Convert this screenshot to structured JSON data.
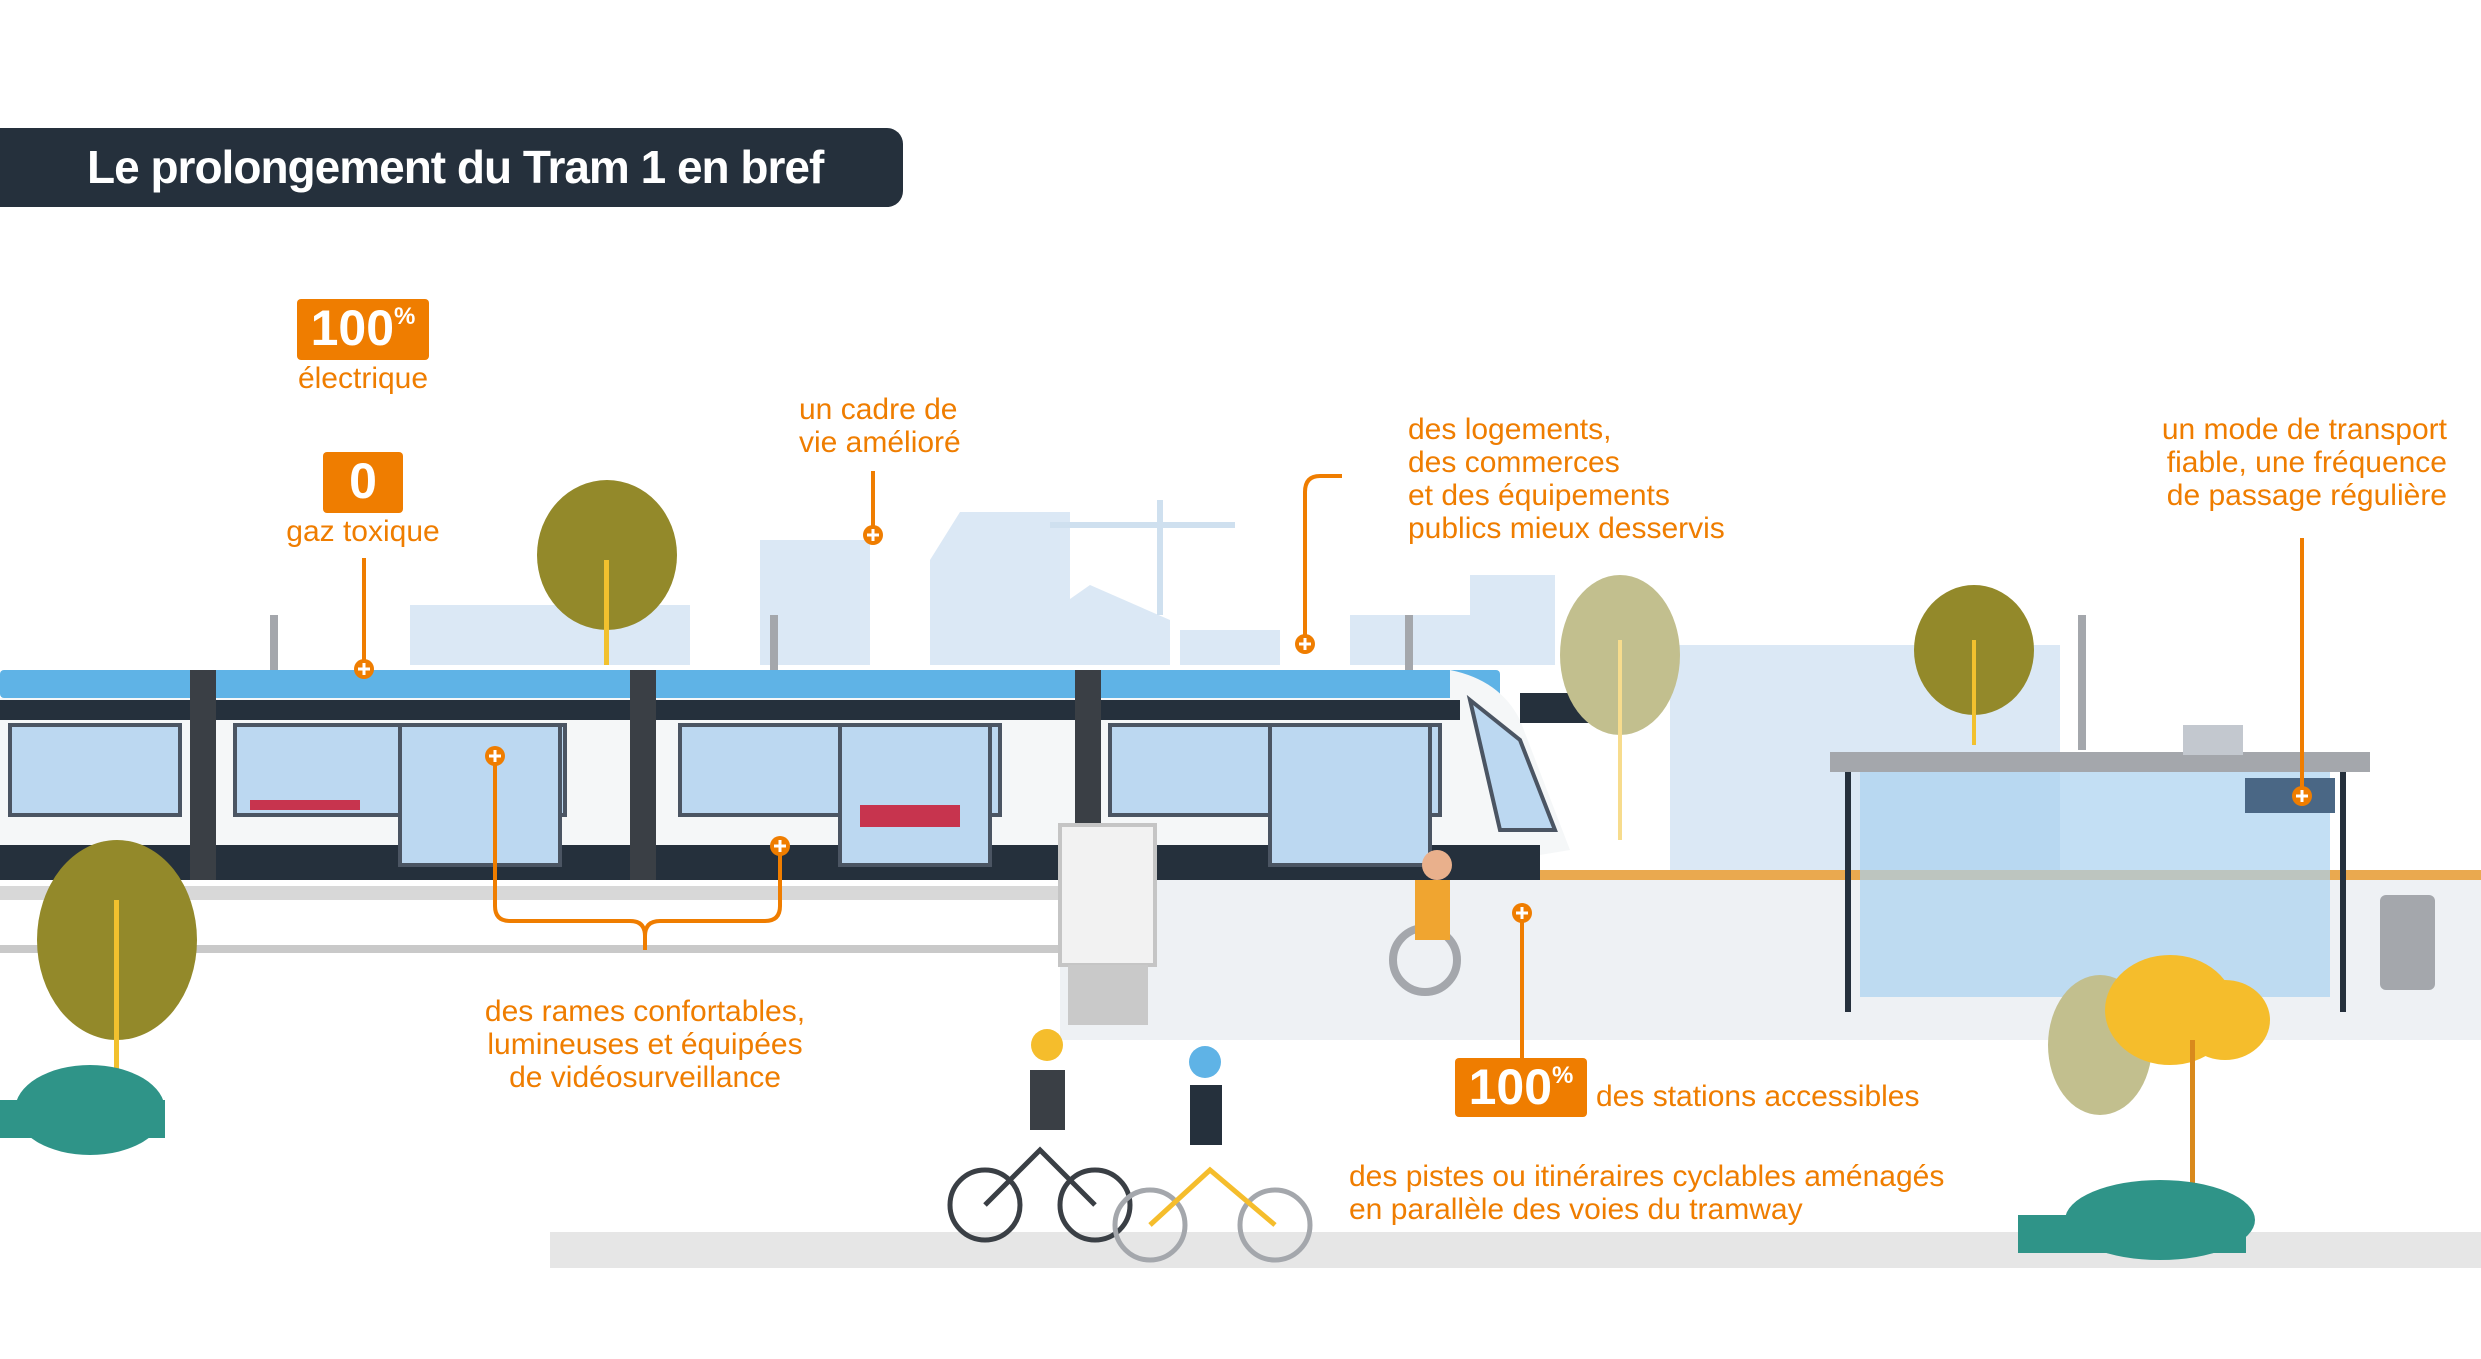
{
  "title": "Le prolongement du Tram 1 en bref",
  "facts": {
    "electric": {
      "value": "100",
      "unit": "%",
      "label": "électrique"
    },
    "gas": {
      "value": "0",
      "label": "gaz toxique"
    },
    "living": {
      "lines": [
        "un cadre de",
        "vie amélioré"
      ]
    },
    "services": {
      "lines": [
        "des logements,",
        "des commerces",
        "et des équipements",
        "publics mieux desservis"
      ]
    },
    "reliable": {
      "lines": [
        "un mode de transport",
        "fiable, une fréquence",
        "de passage régulière"
      ]
    },
    "trains": {
      "lines": [
        "des rames confortables,",
        "lumineuses et équipées",
        "de vidéosurveillance"
      ]
    },
    "stations": {
      "value": "100",
      "unit": "%",
      "label": "des stations accessibles"
    },
    "bikes": {
      "lines": [
        "des pistes ou itinéraires cyclables aménagés",
        "en parallèle des voies du tramway"
      ]
    }
  },
  "colors": {
    "accent": "#ef7d00",
    "title_bg": "#25303c",
    "tram_blue": "#5fb3e6",
    "tree": "#93892a"
  }
}
